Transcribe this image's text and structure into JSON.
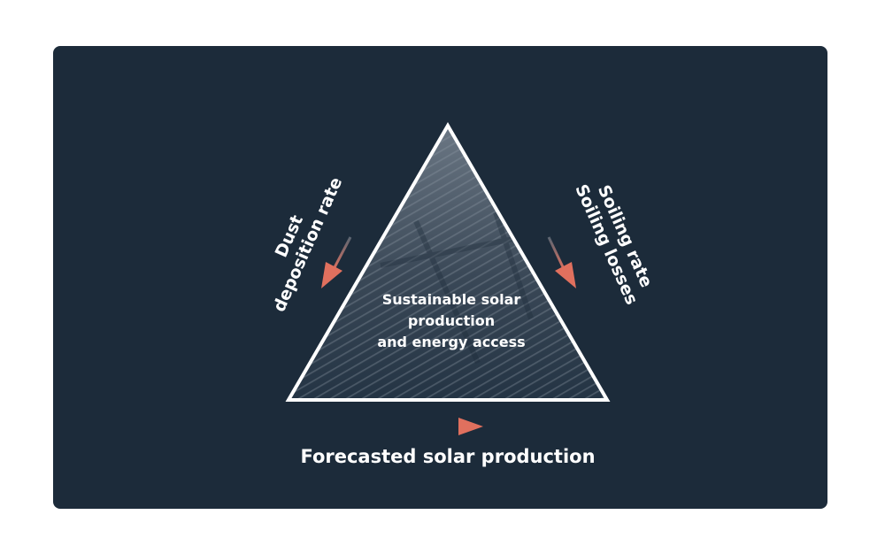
{
  "diagram": {
    "center_lines": [
      "Sustainable solar",
      "production",
      "and energy access"
    ],
    "left_lines": [
      "Dust",
      "deposition rate"
    ],
    "right_lines": [
      "Soiling rate",
      "Soiling losses"
    ],
    "bottom_label": "Forecasted solar production"
  },
  "colors": {
    "background": "#1c2b3a",
    "triangle_stroke": "#ffffff",
    "arrow": "#e0705e"
  }
}
